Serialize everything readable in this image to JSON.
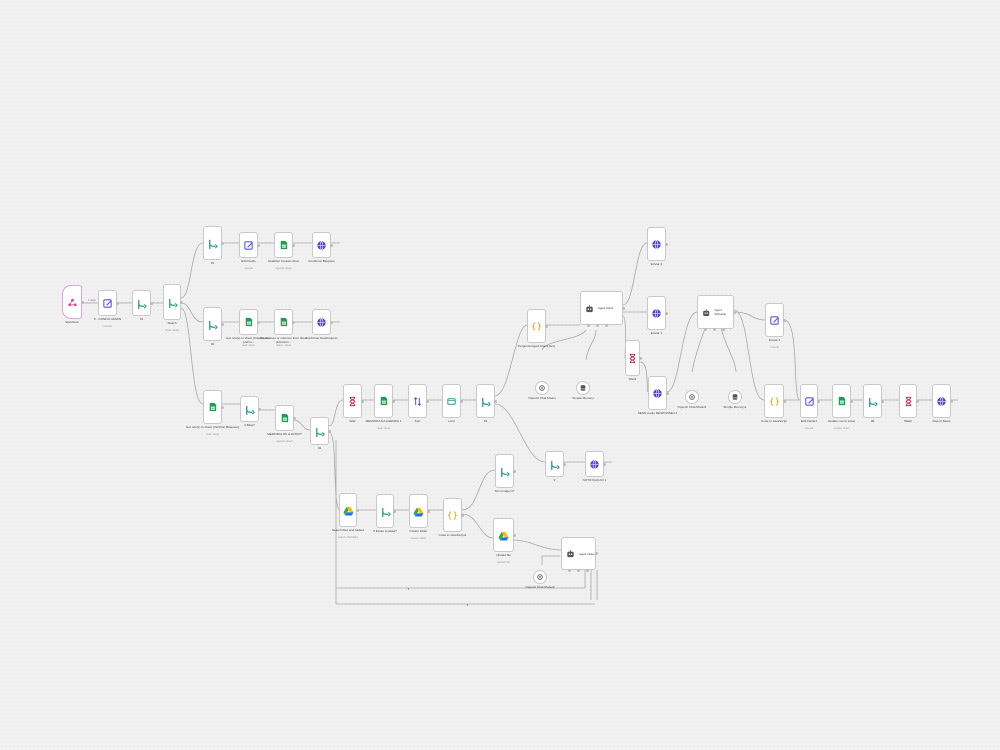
{
  "workflow": {
    "nodes": [
      {
        "id": "webhook",
        "label": "Webhook",
        "sub": "",
        "icon": "webhook-icon",
        "color": "#d04fa0"
      },
      {
        "id": "config",
        "label": "0 - CONFIG ADMIN",
        "sub": "manual",
        "icon": "edit-icon",
        "color": "#5a5ad6"
      },
      {
        "id": "if1",
        "label": "If1",
        "sub": "",
        "icon": "branch-icon",
        "color": "#2a9d8f"
      },
      {
        "id": "switch",
        "label": "Switch",
        "sub": "mode: Rules",
        "icon": "branch-icon",
        "color": "#2a9d8f"
      },
      {
        "id": "if_top",
        "label": "If1",
        "sub": "",
        "icon": "branch-icon",
        "color": "#2a9d8f"
      },
      {
        "id": "edit_fields",
        "label": "Edit Fields",
        "sub": "manual",
        "icon": "edit-icon",
        "color": "#5a5ad6"
      },
      {
        "id": "atualizar",
        "label": "Atualizar Contato Ativo",
        "sub": "append: sheet",
        "icon": "sheets-icon",
        "color": "#1e9e55"
      },
      {
        "id": "conf_bloq",
        "label": "Confirmar Bloqueio",
        "sub": "",
        "icon": "globe-icon",
        "color": "#4f46d6"
      },
      {
        "id": "if_mid",
        "label": "If2",
        "sub": "",
        "icon": "branch-icon",
        "color": "#2a9d8f"
      },
      {
        "id": "get_rows",
        "label": "Get row(s) in sheet (Cliente ativo prelim...",
        "sub": "read: sheet",
        "icon": "sheets-icon",
        "color": "#1e9e55"
      },
      {
        "id": "delete_rows",
        "label": "Delete rows or columns from sheet (Intrusion...",
        "sub": "delete: sheet",
        "icon": "sheets-icon",
        "color": "#1e9e55"
      },
      {
        "id": "conf_desbloq",
        "label": "Confirmar Desbloqueio",
        "sub": "",
        "icon": "globe-icon",
        "color": "#4f46d6"
      },
      {
        "id": "get_rows2",
        "label": "Get row(s) in sheet (Verificar Bloqueio)",
        "sub": "read: sheet",
        "icon": "sheets-icon",
        "color": "#1e9e55"
      },
      {
        "id": "bloqueio",
        "label": "If Bloq?",
        "sub": "",
        "icon": "branch-icon",
        "color": "#2a9d8f"
      },
      {
        "id": "memoria_ok",
        "label": "MEMORIA OK & AVISO?",
        "sub": "append: sheet",
        "icon": "sheets-icon",
        "color": "#1e9e55"
      },
      {
        "id": "ifx",
        "label": "If4",
        "sub": "",
        "icon": "branch-icon",
        "color": "#2a9d8f"
      },
      {
        "id": "wait1",
        "label": "Wait",
        "sub": "",
        "icon": "hourglass-icon",
        "color": "#c0305a"
      },
      {
        "id": "memoria_1",
        "label": "MEMORIA DA AGENDA 1",
        "sub": "read: sheet",
        "icon": "sheets-icon",
        "color": "#1e9e55"
      },
      {
        "id": "sort",
        "label": "Sort",
        "sub": "",
        "icon": "sort-icon",
        "color": "#4f46d6"
      },
      {
        "id": "limit",
        "label": "Limit",
        "sub": "",
        "icon": "limit-icon",
        "color": "#2a9d8f"
      },
      {
        "id": "if3",
        "label": "If3",
        "sub": "",
        "icon": "branch-icon",
        "color": "#2a9d8f"
      },
      {
        "id": "pergunta",
        "label": "Pergunta Agent Client (tex)",
        "sub": "",
        "icon": "code-icon",
        "color": "#e8a21a"
      },
      {
        "id": "if_low",
        "label": "If",
        "sub": "",
        "icon": "branch-icon",
        "color": "#2a9d8f"
      },
      {
        "id": "notificacao",
        "label": "NOTIFICACAO 1",
        "sub": "",
        "icon": "globe-icon",
        "color": "#4f46d6"
      },
      {
        "id": "agent_client",
        "label": "Agent Client",
        "sub": "",
        "icon": "robot-icon",
        "color": "#555"
      },
      {
        "id": "openai_model",
        "label": "OpenAI Chat Model",
        "sub": "",
        "icon": "openai-icon",
        "color": "#555"
      },
      {
        "id": "simple_memory",
        "label": "Simple Memory",
        "sub": "",
        "icon": "db-icon",
        "color": "#555"
      },
      {
        "id": "enviar2",
        "label": "Enviar 2",
        "sub": "",
        "icon": "globe-icon",
        "color": "#4f46d6"
      },
      {
        "id": "enviar1",
        "label": "Enviar 1",
        "sub": "",
        "icon": "globe-icon",
        "color": "#4f46d6"
      },
      {
        "id": "wait2",
        "label": "Wait1",
        "sub": "",
        "icon": "hourglass-icon",
        "color": "#c0305a"
      },
      {
        "id": "send_resp",
        "label": "SEND Audio RESPONSE3 2",
        "sub": "",
        "icon": "globe-icon",
        "color": "#4f46d6"
      },
      {
        "id": "agent_sched",
        "label": "Agent Schedule",
        "sub": "",
        "icon": "robot-icon",
        "color": "#555"
      },
      {
        "id": "openai_model2",
        "label": "OpenAI Chat Model1",
        "sub": "",
        "icon": "openai-icon",
        "color": "#555"
      },
      {
        "id": "simple_memory2",
        "label": "Simple Memory1",
        "sub": "",
        "icon": "db-icon",
        "color": "#555"
      },
      {
        "id": "enviar3",
        "label": "Enviar 3",
        "sub": "manual",
        "icon": "edit-icon",
        "color": "#5a5ad6"
      },
      {
        "id": "code_js",
        "label": "Code in JavaScript",
        "sub": "",
        "icon": "code-icon",
        "color": "#e8a21a"
      },
      {
        "id": "edit_fields2",
        "label": "Edit Fields1",
        "sub": "manual",
        "icon": "edit-icon",
        "color": "#5a5ad6"
      },
      {
        "id": "update_row",
        "label": "Update row in sheet",
        "sub": "update: sheet",
        "icon": "sheets-icon",
        "color": "#1e9e55"
      },
      {
        "id": "if6",
        "label": "If6",
        "sub": "",
        "icon": "branch-icon",
        "color": "#2a9d8f"
      },
      {
        "id": "wait3",
        "label": "Wait2",
        "sub": "",
        "icon": "hourglass-icon",
        "color": "#c0305a"
      },
      {
        "id": "report",
        "label": "Report News",
        "sub": "",
        "icon": "globe-icon",
        "color": "#4f46d6"
      },
      {
        "id": "search_files",
        "label": "Search files and folders",
        "sub": "search: fileFolder",
        "icon": "drive-icon",
        "color": "#1a73e8"
      },
      {
        "id": "if_folder",
        "label": "If Existe a pasta?",
        "sub": "",
        "icon": "branch-icon",
        "color": "#2a9d8f"
      },
      {
        "id": "create_folder",
        "label": "Create folder",
        "sub": "create: folder",
        "icon": "drive-icon",
        "color": "#1a73e8"
      },
      {
        "id": "code_js2",
        "label": "Code in JavaScript1",
        "sub": "",
        "icon": "code-icon",
        "color": "#e8a21a"
      },
      {
        "id": "if_img",
        "label": "Tem Imagem?",
        "sub": "",
        "icon": "branch-icon",
        "color": "#2a9d8f"
      },
      {
        "id": "upload_file",
        "label": "Upload file",
        "sub": "upload: file",
        "icon": "drive-icon",
        "color": "#1a73e8"
      },
      {
        "id": "agent_vision",
        "label": "Agent Vision",
        "sub": "",
        "icon": "robot-icon",
        "color": "#555"
      },
      {
        "id": "openai_model3",
        "label": "OpenAI Chat Model2",
        "sub": "",
        "icon": "openai-icon",
        "color": "#555"
      }
    ]
  }
}
